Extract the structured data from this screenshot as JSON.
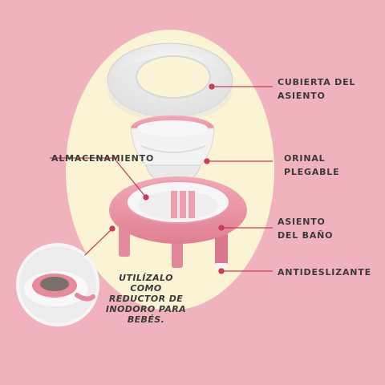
{
  "callouts": {
    "seat_cover": {
      "lines": [
        "CUBIERTA DEL",
        "ASIENTO"
      ]
    },
    "storage": {
      "lines": [
        "ALMACENAMIENTO"
      ]
    },
    "foldable_potty": {
      "lines": [
        "ORINAL",
        "PLEGABLE"
      ]
    },
    "toilet_seat": {
      "lines": [
        "ASIENTO",
        "DEL BAÑO"
      ]
    },
    "non_slip": {
      "lines": [
        "ANTIDESLIZANTE"
      ]
    }
  },
  "note": {
    "lines": [
      "UTILÍZALO COMO",
      "REDUCTOR DE",
      "INODORO PARA",
      "BEBÉS."
    ]
  },
  "colors": {
    "background": "#f0b3bd",
    "cream_circle": "#fbf4d4",
    "product_pink": "#e88d9e",
    "product_white": "#f6f6f6",
    "leader_line": "#cc3a5e",
    "text": "#3a3a3a"
  }
}
